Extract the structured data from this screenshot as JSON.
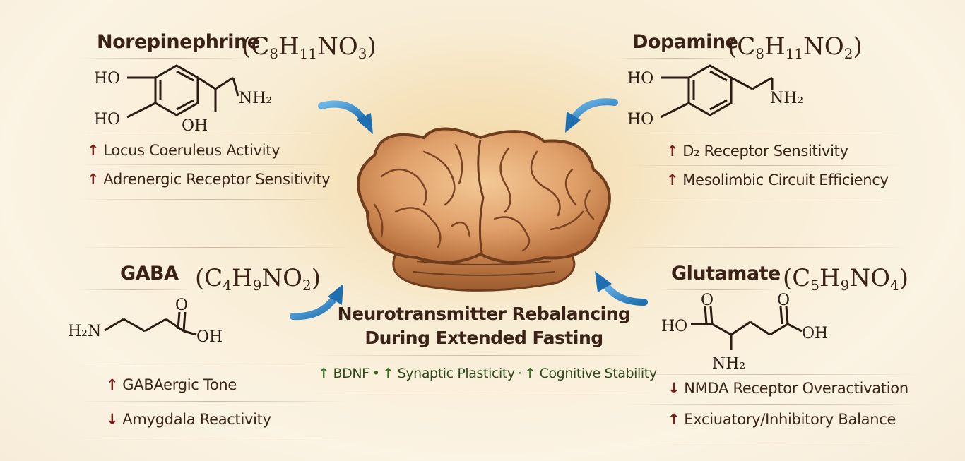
{
  "center": {
    "title_line1": "Neurotransmitter Rebalancing",
    "title_line2": "During Extended Fasting",
    "benefits": [
      "BDNF",
      "Synaptic Plasticity",
      "Cognitive Stability"
    ],
    "benefit_separators": [
      "•",
      "·"
    ]
  },
  "arrows": {
    "up": "↑",
    "down": "↓"
  },
  "colors": {
    "effect_arrow": "#7a1f1a",
    "benefit_text": "#2f4a1c",
    "curved_arrow": "#2f86c9"
  },
  "norepinephrine": {
    "name": "Norepinephrine",
    "formula": {
      "open": "(C",
      "n1": "8",
      "h": "H",
      "n2": "11",
      "rest": "NO",
      "n3": "3",
      "close": ")"
    },
    "atoms": {
      "ho1": "HO",
      "ho2": "HO",
      "oh": "OH",
      "nh2": "NH₂"
    },
    "effects": [
      {
        "dir": "↑",
        "text": "Locus Coeruleus Activity"
      },
      {
        "dir": "↑",
        "text": "Adrenergic Receptor Sensitivity"
      }
    ]
  },
  "dopamine": {
    "name": "Dopamine",
    "formula": {
      "open": "(C",
      "n1": "8",
      "h": "H",
      "n2": "11",
      "rest": "NO",
      "n3": "2",
      "close": ")"
    },
    "atoms": {
      "ho1": "HO",
      "ho2": "HO",
      "nh2": "NH₂"
    },
    "effects": [
      {
        "dir": "↑",
        "text": "D₂ Receptor Sensitivity"
      },
      {
        "dir": "↑",
        "text": "Mesolimbic Circuit Efficiency"
      }
    ]
  },
  "gaba": {
    "name": "GABA",
    "formula": {
      "open": "(C",
      "n1": "4",
      "h": "H",
      "n2": "9",
      "rest": "NO",
      "n3": "2",
      "close": ")"
    },
    "atoms": {
      "h2n": "H₂N",
      "o": "O",
      "oh": "OH"
    },
    "effects": [
      {
        "dir": "↑",
        "text": "GABAergic Tone"
      },
      {
        "dir": "↓",
        "text": "Amygdala Reactivity"
      }
    ]
  },
  "glutamate": {
    "name": "Glutamate",
    "formula": {
      "open": "(C",
      "n1": "5",
      "h": "H",
      "n2": "9",
      "rest": "NO",
      "n3": "4",
      "close": ")"
    },
    "atoms": {
      "ho": "HO",
      "o1": "O",
      "o2": "O",
      "oh": "OH",
      "nh2": "NH₂"
    },
    "effects": [
      {
        "dir": "↓",
        "text": "NMDA Receptor Overactivation"
      },
      {
        "dir": "↑",
        "text": "Exciuatory/Inhibitory Balance"
      }
    ]
  }
}
